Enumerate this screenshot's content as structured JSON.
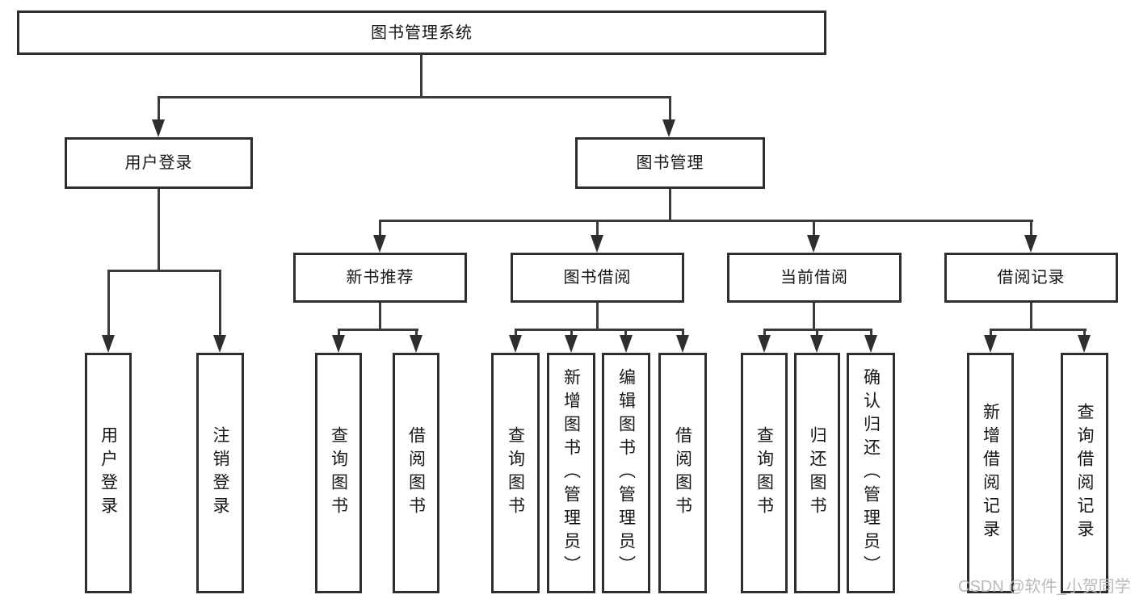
{
  "colors": {
    "box_border": "#2e2e2e",
    "line": "#3a3a3a",
    "text": "#161616",
    "watermark": "#b9b9bd",
    "background": "#ffffff"
  },
  "diagram": {
    "root": {
      "label": "图书管理系统"
    },
    "level2": [
      {
        "label": "用户登录"
      },
      {
        "label": "图书管理"
      }
    ],
    "level3": [
      {
        "label": "新书推荐"
      },
      {
        "label": "图书借阅"
      },
      {
        "label": "当前借阅"
      },
      {
        "label": "借阅记录"
      }
    ],
    "user_children": [
      {
        "label": "用户登录"
      },
      {
        "label": "注销登录"
      }
    ],
    "newbook_children": [
      {
        "label": "查询图书"
      },
      {
        "label": "借阅图书"
      }
    ],
    "borrow_children": [
      {
        "label": "查询图书"
      },
      {
        "label": "新增图书（管理员）"
      },
      {
        "label": "编辑图书（管理员）"
      },
      {
        "label": "借阅图书"
      }
    ],
    "current_children": [
      {
        "label": "查询图书"
      },
      {
        "label": "归还图书"
      },
      {
        "label": "确认归还（管理员）"
      }
    ],
    "records_children": [
      {
        "label": "新增借阅记录"
      },
      {
        "label": "查询借阅记录"
      }
    ]
  },
  "watermark": {
    "text": "CSDN @软件_小贺同学"
  }
}
